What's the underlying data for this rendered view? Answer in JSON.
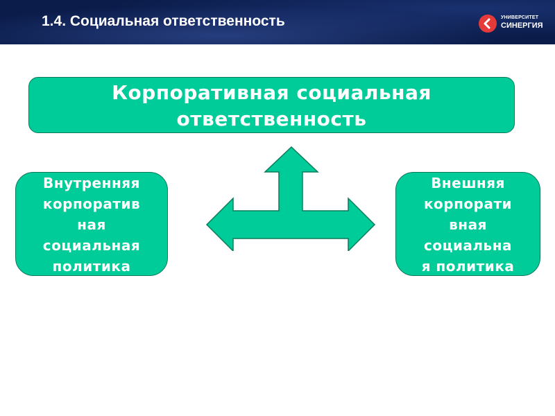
{
  "header": {
    "title": "1.4. Социальная ответственность",
    "logo": {
      "top": "УНИВЕРСИТЕТ",
      "main": "СИНЕРГИЯ"
    }
  },
  "diagram": {
    "top_box": "Корпоративная социальная\nответственность",
    "left_box": "Внутренняя\nкорпоратив\nная\nсоциальная\nполитика",
    "right_box": "Внешняя\nкорпорати\nвная\nсоциальна\nя политика"
  },
  "colors": {
    "box_fill": "#00cc99",
    "header_bg": "#0b1c4a",
    "logo_red": "#e53a3a"
  },
  "icons": [
    "three-way-arrow-icon",
    "synergy-logo-icon"
  ]
}
